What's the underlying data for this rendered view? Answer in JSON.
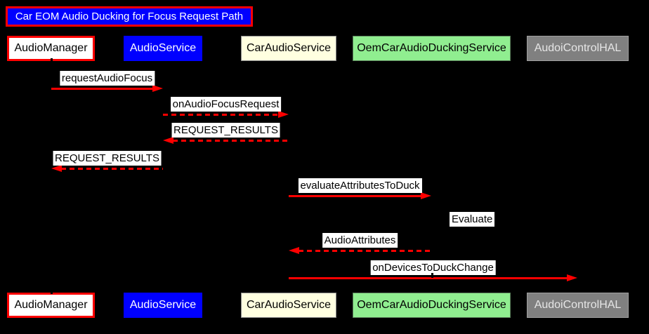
{
  "diagram": {
    "title": "Car EOM Audio Ducking for Focus Request Path",
    "title_colors": {
      "fill": "#0000ff",
      "border": "#ff0000",
      "text": "#ffffff"
    },
    "background_color": "#000000",
    "signal_color": "#ff0000",
    "message_label_colors": {
      "fill": "#ffffff",
      "text": "#000000"
    },
    "participants": [
      {
        "id": "audio-manager",
        "label": "AudioManager",
        "fill": "#ffffff",
        "text": "#000000",
        "border": "#ff0000"
      },
      {
        "id": "audio-service",
        "label": "AudioService",
        "fill": "#0000ff",
        "text": "#ffffff",
        "border": "#0000ff"
      },
      {
        "id": "car-audio-service",
        "label": "CarAudioService",
        "fill": "#ffffe0",
        "text": "#000000",
        "border": "#888888"
      },
      {
        "id": "oem-car-audio-ducking-service",
        "label": "OemCarAudioDuckingService",
        "fill": "#90ee90",
        "text": "#000000",
        "border": "#5b815b"
      },
      {
        "id": "audio-control-hal",
        "label": "AudoiControlHAL",
        "fill": "#808080",
        "text": "#e6e6e6",
        "border": "#a0a0a0"
      }
    ],
    "messages": [
      {
        "label": "requestAudioFocus",
        "from": "audio-manager",
        "to": "audio-service",
        "line": "solid"
      },
      {
        "label": "onAudioFocusRequest",
        "from": "audio-service",
        "to": "car-audio-service",
        "line": "dashed"
      },
      {
        "label": "REQUEST_RESULTS",
        "from": "car-audio-service",
        "to": "audio-service",
        "line": "dashed"
      },
      {
        "label": "REQUEST_RESULTS",
        "from": "audio-service",
        "to": "audio-manager",
        "line": "dashed"
      },
      {
        "label": "evaluateAttributesToDuck",
        "from": "car-audio-service",
        "to": "oem-car-audio-ducking-service",
        "line": "solid"
      },
      {
        "label": "Evaluate",
        "from": "oem-car-audio-ducking-service",
        "to": "oem-car-audio-ducking-service",
        "line": "self"
      },
      {
        "label": "AudioAttributes",
        "from": "oem-car-audio-ducking-service",
        "to": "car-audio-service",
        "line": "dashed"
      },
      {
        "label": "onDevicesToDuckChange",
        "from": "car-audio-service",
        "to": "audio-control-hal",
        "line": "solid"
      }
    ]
  }
}
